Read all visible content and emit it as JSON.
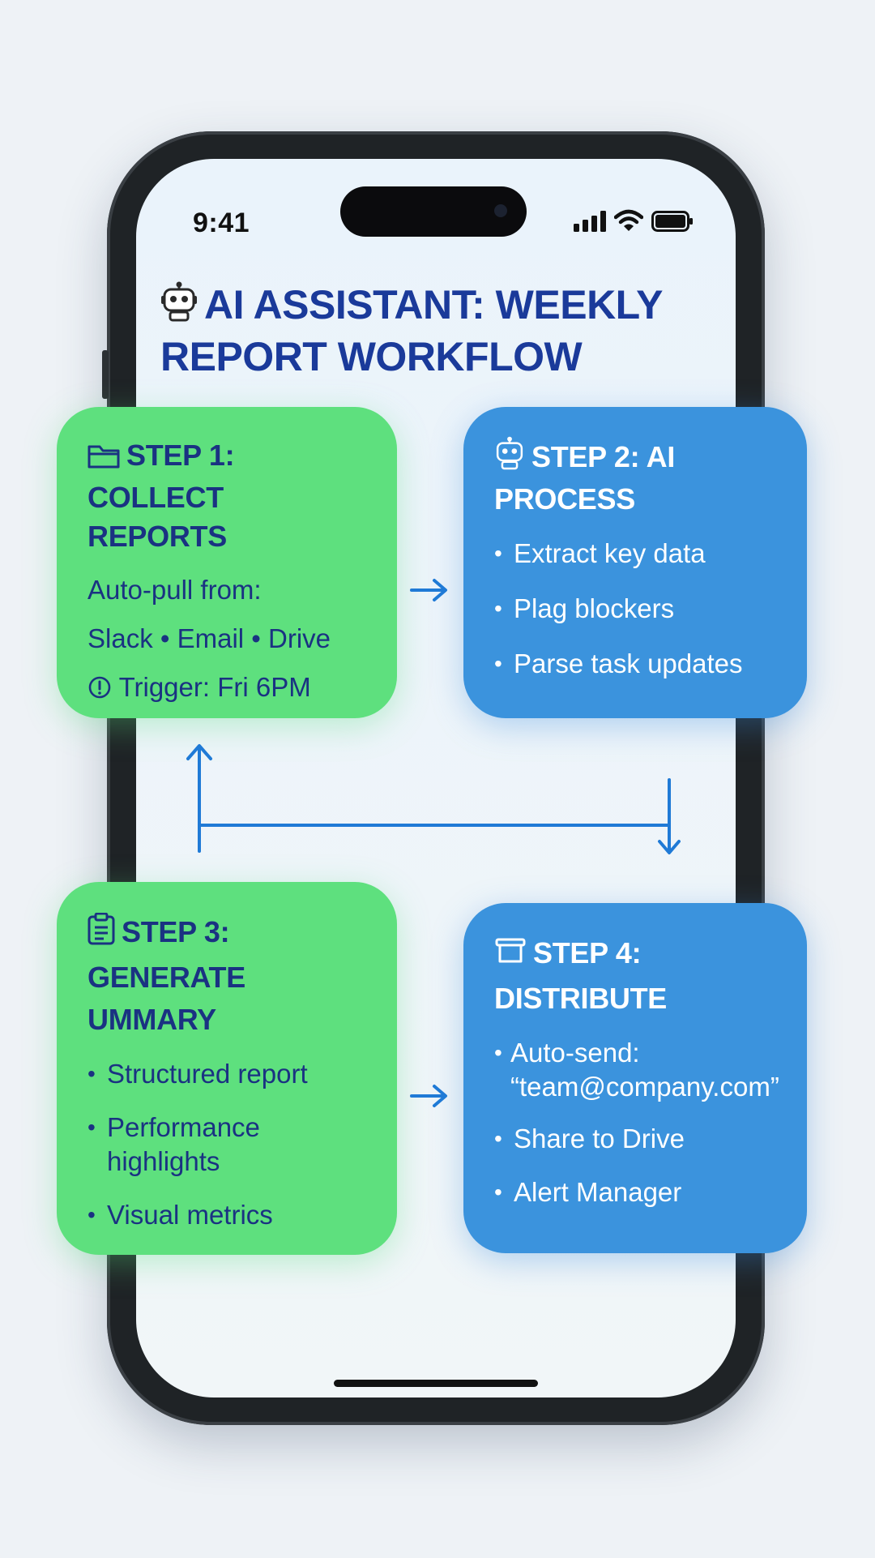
{
  "status_bar": {
    "time": "9:41"
  },
  "headline": {
    "line1": "AI ASSISTANT: WEEKLY",
    "line2": "REPORT WORKFLOW",
    "icon": "robot-icon"
  },
  "steps": {
    "step1": {
      "icon": "folder-icon",
      "title_line1": "STEP 1:",
      "title_line2": "COLLECT REPORTS",
      "line1": "Auto-pull from:",
      "line2": "Slack • Email • Drive",
      "trigger": "Trigger: Fri 6PM"
    },
    "step2": {
      "icon": "robot-icon",
      "title_line1": "STEP 2: AI",
      "title_line2": "PROCESS",
      "items": [
        "Extract key data",
        "Plag blockers",
        "Parse task updates"
      ]
    },
    "step3": {
      "icon": "clipboard-icon",
      "title_line1": "STEP 3:",
      "title_line2": "GENERATE",
      "title_line3": "UMMARY",
      "items": [
        "Structured report",
        "Performance highlights",
        "Visual metrics"
      ]
    },
    "step4": {
      "icon": "tray-icon",
      "title_line1": "STEP 4:",
      "title_line2": "DISTRIBUTE",
      "items": [
        "Auto-send: “team@company.com”",
        "Share to Drive",
        "Alert Manager"
      ]
    }
  },
  "colors": {
    "green_card": "#5ee07e",
    "blue_card": "#3b93dd",
    "headline": "#1a3a9a",
    "arrow": "#1f7ad6"
  }
}
